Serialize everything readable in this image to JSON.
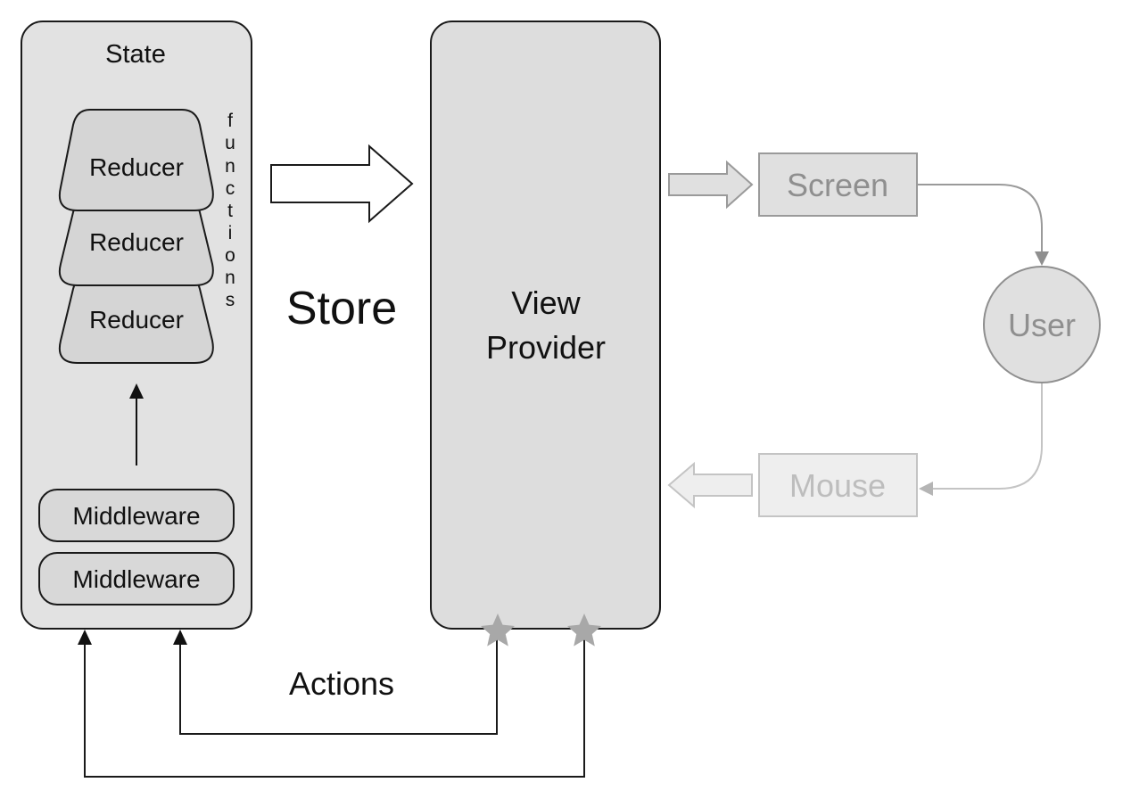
{
  "state": {
    "title": "State",
    "reducers": [
      "Reducer",
      "Reducer",
      "Reducer"
    ],
    "functions_label": [
      "f",
      "u",
      "n",
      "c",
      "t",
      "i",
      "o",
      "n",
      "s"
    ],
    "middlewares": [
      "Middleware",
      "Middleware"
    ]
  },
  "store_label": "Store",
  "view_provider": {
    "line1": "View",
    "line2": "Provider"
  },
  "screen_label": "Screen",
  "user_label": "User",
  "mouse_label": "Mouse",
  "actions_label": "Actions",
  "colors": {
    "panel_fill": "#e2e2e2",
    "reducer_fill": "#d5d5d5",
    "view_fill": "#dddddd",
    "dark_stroke": "#1a1a1a",
    "screen_fill": "#e0e0e0",
    "screen_stroke": "#9a9a9a",
    "screen_text": "#8f8f8f",
    "mouse_fill": "#eeeeee",
    "mouse_stroke": "#c4c4c4",
    "mouse_text": "#bdbdbd",
    "star": "#a8a8a8"
  }
}
